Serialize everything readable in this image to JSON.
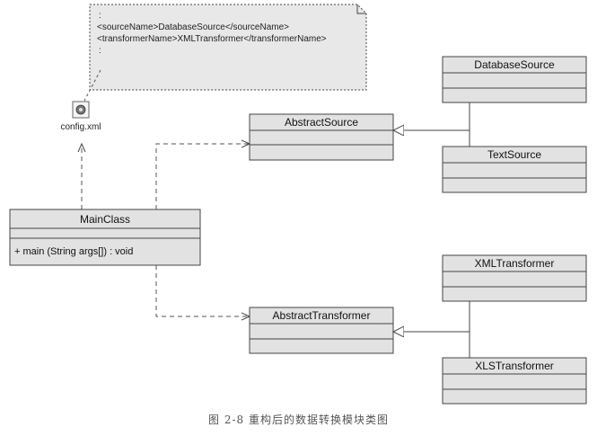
{
  "note": {
    "lines": [
      ":",
      "<sourceName>DatabaseSource</sourceName>",
      "<transformerName>XMLTransformer</transformerName>",
      ":"
    ]
  },
  "config_file": {
    "label": "config.xml",
    "icon": "xml-file-icon"
  },
  "classes": {
    "main": {
      "name": "MainClass",
      "operation": "+  main (String args[])  : void"
    },
    "abstract_source": {
      "name": "AbstractSource"
    },
    "abstract_transformer": {
      "name": "AbstractTransformer"
    },
    "database_source": {
      "name": "DatabaseSource"
    },
    "text_source": {
      "name": "TextSource"
    },
    "xml_transformer": {
      "name": "XMLTransformer"
    },
    "xls_transformer": {
      "name": "XLSTransformer"
    }
  },
  "caption": "图 2-8   重构后的数据转换模块类图",
  "colors": {
    "class_fill": "#e2e2e2",
    "note_fill": "#e8e8e8",
    "stroke": "#444444"
  }
}
